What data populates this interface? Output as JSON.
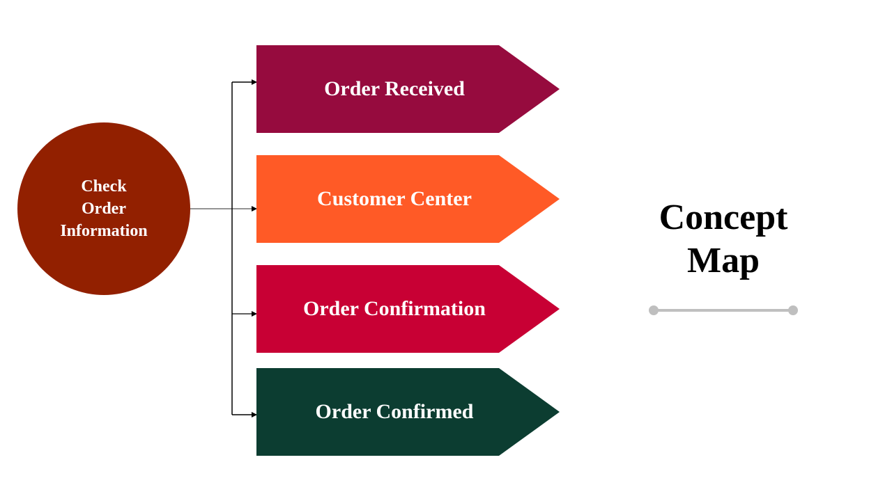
{
  "hub": {
    "lines": [
      "Check",
      "Order",
      "Information"
    ],
    "color": "#922000"
  },
  "steps": [
    {
      "label": "Order Received",
      "color": "#960B3E"
    },
    {
      "label": "Customer Center",
      "color": "#FF5A26"
    },
    {
      "label": "Order Confirmation",
      "color": "#C80034"
    },
    {
      "label": "Order Confirmed",
      "color": "#0C3D31"
    }
  ],
  "title": {
    "lines": [
      "Concept",
      "Map"
    ]
  },
  "decoration": {
    "line_color": "#BFBFBF"
  }
}
